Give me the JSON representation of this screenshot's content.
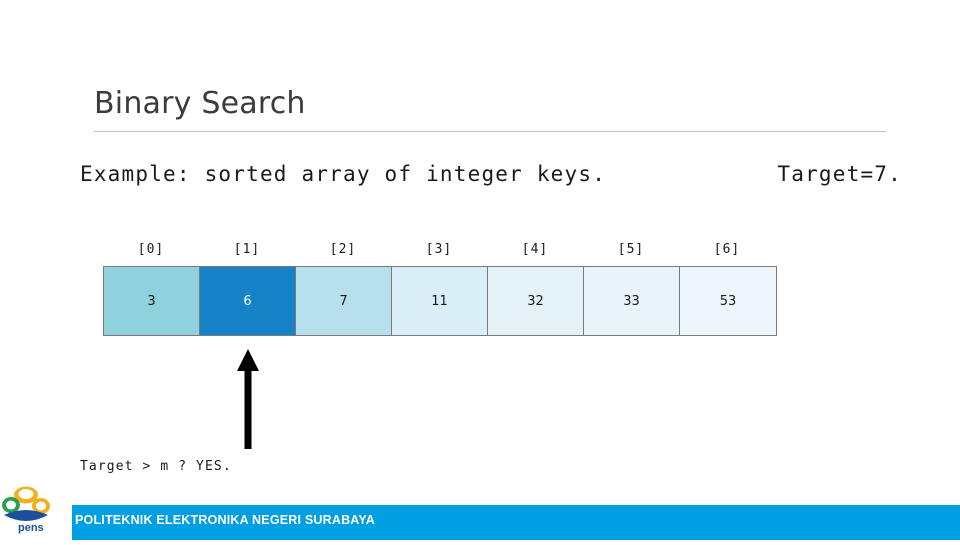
{
  "slide": {
    "title": "Binary Search",
    "subtitle_left": "Example: sorted array of integer keys.",
    "subtitle_right": "Target=7.",
    "note": "Target > m ? YES."
  },
  "array": {
    "indices": [
      "[0]",
      "[1]",
      "[2]",
      "[3]",
      "[4]",
      "[5]",
      "[6]"
    ],
    "values": [
      "3",
      "6",
      "7",
      "11",
      "32",
      "33",
      "53"
    ],
    "cell_colors": [
      "#8fd2dd",
      "#1683c8",
      "#b7e0ec",
      "#d9eef6",
      "#e4f2f8",
      "#e9f4fa",
      "#edf6fb"
    ],
    "value_colors": [
      "#1a1a1a",
      "#ffffff",
      "#1a1a1a",
      "#1a1a1a",
      "#1a1a1a",
      "#1a1a1a",
      "#1a1a1a"
    ],
    "cell_widths": [
      96,
      96,
      96,
      96,
      96,
      96,
      96
    ],
    "highlight_index": 1,
    "pointer_index": 1
  },
  "footer": {
    "text": "POLITEKNIK ELEKTRONIKA NEGERI SURABAYA",
    "bar_color": "#009fe3"
  },
  "logo": {
    "name": "pens-logo",
    "caption": "pens"
  },
  "theme": {
    "title_color": "#3c3c3c",
    "rule_color": "#bfbfbf",
    "border_color": "#7a7a7a",
    "arrow_color": "#000000"
  }
}
